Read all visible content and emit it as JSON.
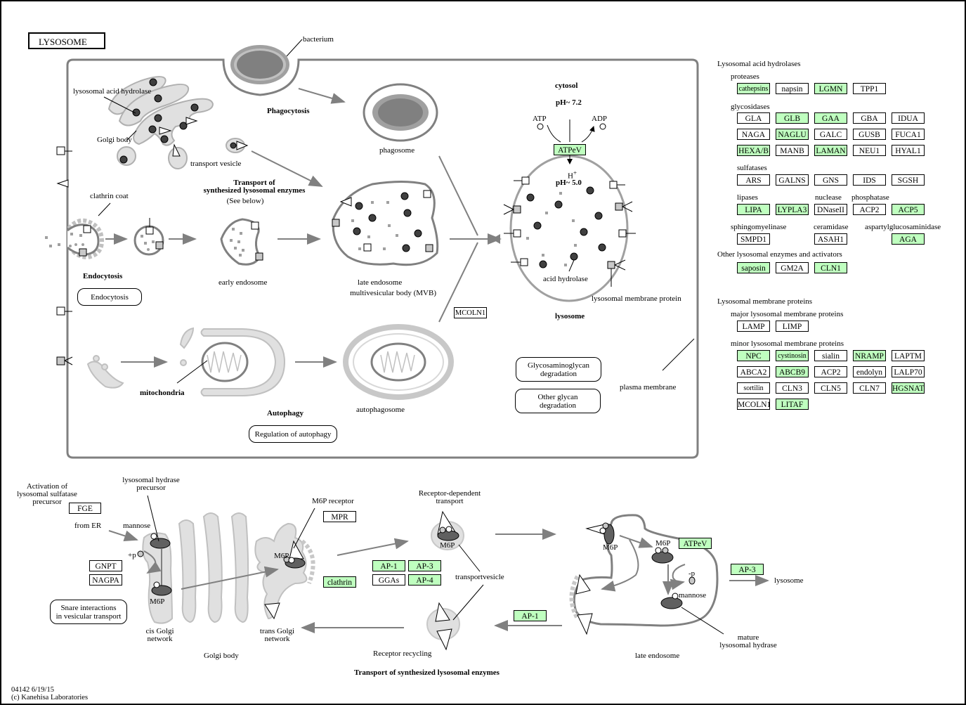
{
  "title": "LYSOSOME",
  "footer": {
    "id_date": "04142 6/19/15",
    "copyright": "(c) Kanehisa Laboratories"
  },
  "colors": {
    "highlight": "#bfffbf",
    "membrane": "#808080",
    "organelle_fill": "#e0e0e0",
    "dark": "#404040"
  },
  "cell_labels": {
    "bacterium": "bacterium",
    "lysosomal_acid_hydrolase": "lysosomal acid hydrolase",
    "golgi_body": "Golgi body",
    "transport_vesicle": "transport vesicle",
    "phagocytosis": "Phagocytosis",
    "phagosome": "phagosome",
    "transport_title_1": "Transport of",
    "transport_title_2": "synthesized lysosomal enzymes",
    "see_below": "(See below)",
    "clathrin_coat": "clathrin coat",
    "endocytosis": "Endocytosis",
    "early_endosome": "early  endosome",
    "late_endosome": "late endosome",
    "mvb": "multivesicular body (MVB)",
    "cytosol": "cytosol",
    "ph_cytosol": "pH~ 7.2",
    "atp": "ATP",
    "adp": "ADP",
    "h_plus": "H",
    "plus": "+",
    "ph_lysosome": "pH~ 5.0",
    "acid_hydrolase": "acid  hydrolase",
    "lysosomal_membrane_protein": "lysosomal membrane protein",
    "lysosome": "lysosome",
    "mitochondria": "mitochondria",
    "autophagy": "Autophagy",
    "autophagosome": "autophagosome",
    "plasma_membrane": "plasma membrane"
  },
  "cell_genes": {
    "atpev": "ATPeV",
    "mcoln1": "MCOLN1"
  },
  "map_links": {
    "endocytosis": "Endocytosis",
    "regulation_autophagy": "Regulation of autophagy",
    "gag_degradation_1": "Glycosaminoglycan",
    "gag_degradation_2": "degradation",
    "other_glycan_1": "Other glycan",
    "other_glycan_2": "degradation",
    "snare_1": "Snare interactions",
    "snare_2": "in vesicular transport"
  },
  "legend": {
    "acid_hydrolases_title": "Lysosomal acid hydrolases",
    "proteases": {
      "label": "proteases",
      "genes": [
        {
          "name": "cathepsins",
          "hl": true
        },
        {
          "name": "napsin",
          "hl": false
        },
        {
          "name": "LGMN",
          "hl": true
        },
        {
          "name": "TPP1",
          "hl": false
        }
      ]
    },
    "glycosidases": {
      "label": "glycosidases",
      "rows": [
        [
          {
            "name": "GLA",
            "hl": false
          },
          {
            "name": "GLB",
            "hl": true
          },
          {
            "name": "GAA",
            "hl": true
          },
          {
            "name": "GBA",
            "hl": false
          },
          {
            "name": "IDUA",
            "hl": false
          }
        ],
        [
          {
            "name": "NAGA",
            "hl": false
          },
          {
            "name": "NAGLU",
            "hl": true
          },
          {
            "name": "GALC",
            "hl": false
          },
          {
            "name": "GUSB",
            "hl": false
          },
          {
            "name": "FUCA1",
            "hl": false
          }
        ],
        [
          {
            "name": "HEXA/B",
            "hl": true
          },
          {
            "name": "MANB",
            "hl": false
          },
          {
            "name": "LAMAN",
            "hl": true
          },
          {
            "name": "NEU1",
            "hl": false
          },
          {
            "name": "HYAL1",
            "hl": false
          }
        ]
      ]
    },
    "sulfatases": {
      "label": "sulfatases",
      "genes": [
        {
          "name": "ARS",
          "hl": false
        },
        {
          "name": "GALNS",
          "hl": false
        },
        {
          "name": "GNS",
          "hl": false
        },
        {
          "name": "IDS",
          "hl": false
        },
        {
          "name": "SGSH",
          "hl": false
        }
      ]
    },
    "lipases": {
      "label": "lipases",
      "genes": [
        {
          "name": "LIPA",
          "hl": true
        },
        {
          "name": "LYPLA3",
          "hl": true
        }
      ]
    },
    "nuclease": {
      "label": "nuclease",
      "genes": [
        {
          "name": "DNaseII",
          "hl": false
        }
      ]
    },
    "phosphatase": {
      "label": "phosphatase",
      "genes": [
        {
          "name": "ACP2",
          "hl": false
        },
        {
          "name": "ACP5",
          "hl": true
        }
      ]
    },
    "sphingomyelinase": {
      "label": "sphingomyelinase",
      "genes": [
        {
          "name": "SMPD1",
          "hl": false
        }
      ]
    },
    "ceramidase": {
      "label": "ceramidase",
      "genes": [
        {
          "name": "ASAH1",
          "hl": false
        }
      ]
    },
    "aspartylglucosaminidase": {
      "label": "aspartylglucosaminidase",
      "genes": [
        {
          "name": "AGA",
          "hl": true
        }
      ]
    },
    "other": {
      "label": "Other lysosomal enzymes and activators",
      "genes": [
        {
          "name": "saposin",
          "hl": true
        },
        {
          "name": "GM2A",
          "hl": false
        },
        {
          "name": "CLN1",
          "hl": true
        }
      ]
    },
    "membrane_title": "Lysosomal membrane  proteins",
    "major": {
      "label": "major lysosomal membrane  proteins",
      "genes": [
        {
          "name": "LAMP",
          "hl": false
        },
        {
          "name": "LIMP",
          "hl": false
        }
      ]
    },
    "minor": {
      "label": "minor lysosomal membrane  proteins",
      "rows": [
        [
          {
            "name": "NPC",
            "hl": true
          },
          {
            "name": "cystinosin",
            "hl": true
          },
          {
            "name": "sialin",
            "hl": false
          },
          {
            "name": "NRAMP",
            "hl": true
          },
          {
            "name": "LAPTM",
            "hl": false
          }
        ],
        [
          {
            "name": "ABCA2",
            "hl": false
          },
          {
            "name": "ABCB9",
            "hl": true
          },
          {
            "name": "ACP2",
            "hl": false
          },
          {
            "name": "endolyn",
            "hl": false
          },
          {
            "name": "LALP70",
            "hl": false
          }
        ],
        [
          {
            "name": "sortilin",
            "hl": false
          },
          {
            "name": "CLN3",
            "hl": false
          },
          {
            "name": "CLN5",
            "hl": false
          },
          {
            "name": "CLN7",
            "hl": false
          },
          {
            "name": "HGSNAT",
            "hl": true
          }
        ],
        [
          {
            "name": "MCOLN1",
            "hl": false
          },
          {
            "name": "LITAF",
            "hl": true
          }
        ]
      ]
    }
  },
  "transport": {
    "activation_1": "Activation of",
    "activation_2": "lysosomal sulfatase",
    "activation_3": "precursor",
    "fge": "FGE",
    "hydrase_precursor_1": "lysosomal hydrase",
    "hydrase_precursor_2": "precursor",
    "from_er": "from ER",
    "mannose": "mannose",
    "plus_p": "+p",
    "gnpt": "GNPT",
    "nagpa": "NAGPA",
    "m6p": "M6P",
    "cis_golgi_1": "cis Golgi",
    "cis_golgi_2": "network",
    "golgi_body": "Golgi body",
    "m6p_receptor": "M6P receptor",
    "mpr": "MPR",
    "trans_golgi_1": "trans Golgi",
    "trans_golgi_2": "network",
    "clathrin": "clathrin",
    "ap1": "AP-1",
    "ap3": "AP-3",
    "ggas": "GGAs",
    "ap4": "AP-4",
    "receptor_dependent_1": "Receptor-dependent",
    "receptor_dependent_2": "transport",
    "transport_vesicle": "transportvesicle",
    "receptor_recycling": "Receptor recycling",
    "ap1_recycle": "AP-1",
    "atpev": "ATPeV",
    "minus_p": "-p",
    "mannose2": "mannose",
    "mature_1": "mature",
    "mature_2": "lysosomal hydrase",
    "late_endosome": "late endosome",
    "ap3_out": "AP-3",
    "lysosome": "lysosome",
    "section_title": "Transport of synthesized lysosomal enzymes"
  }
}
